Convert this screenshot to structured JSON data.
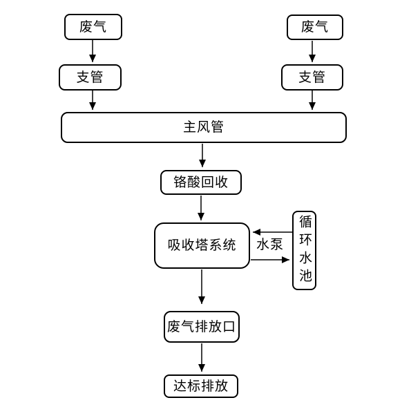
{
  "diagram": {
    "background_color": "#ffffff",
    "stroke_color": "#000000",
    "text_color": "#000000"
  },
  "nodes": {
    "waste_gas_left": {
      "label": "废气"
    },
    "branch_pipe_left": {
      "label": "支管"
    },
    "waste_gas_right": {
      "label": "废气"
    },
    "branch_pipe_right": {
      "label": "支管"
    },
    "main_air_duct": {
      "label": "主风管"
    },
    "chromic_acid_recovery": {
      "label": "铬酸回收"
    },
    "absorption_tower_system": {
      "label": "吸收塔系统"
    },
    "circulation_water_pool": {
      "label": "循环水池"
    },
    "waste_gas_outlet": {
      "label": "废气排放口"
    },
    "compliant_discharge": {
      "label": "达标排放"
    }
  },
  "edge_labels": {
    "water_pump": "水泵"
  }
}
